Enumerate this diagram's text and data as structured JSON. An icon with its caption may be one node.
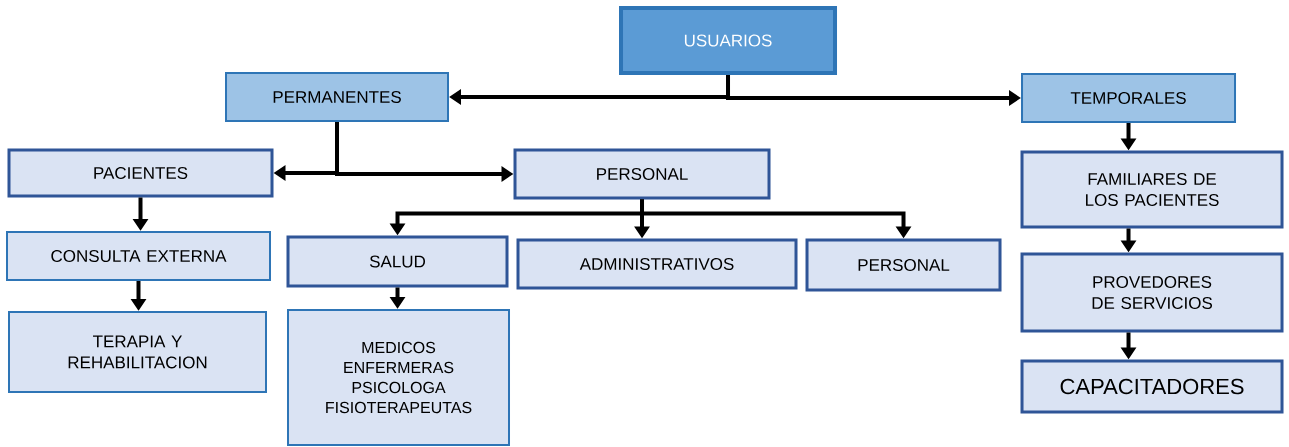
{
  "diagram": {
    "nodes": [
      {
        "text": [
          "USUARIOS"
        ]
      },
      {
        "text": [
          "PERMANENTES"
        ]
      },
      {
        "text": [
          "TEMPORALES"
        ]
      },
      {
        "text": [
          "PACIENTES"
        ]
      },
      {
        "text": [
          "PERSONAL"
        ]
      },
      {
        "text": [
          "CONSULTA EXTERNA"
        ]
      },
      {
        "text": [
          "SALUD"
        ]
      },
      {
        "text": [
          "ADMINISTRATIVOS"
        ]
      },
      {
        "text": [
          "PERSONAL"
        ]
      },
      {
        "text": [
          "TERAPIA Y REHABILITACION"
        ]
      },
      {
        "text": [
          "MEDICOS ENFERMERAS PSICOLOGA FISIOTERAPEUTAS"
        ]
      },
      {
        "text": [
          "FAMILIARES DE LOS PACIENTES"
        ]
      },
      {
        "text": [
          "PROVEDORES DE SERVICIOS"
        ]
      },
      {
        "text": [
          "CAPACITADORES"
        ]
      }
    ],
    "edges": [
      {
        "from": 0,
        "to": 1,
        "arrow": "to"
      },
      {
        "from": 0,
        "to": 2,
        "arrow": "to"
      },
      {
        "from": 1,
        "to": 3,
        "arrow": "to"
      },
      {
        "from": 1,
        "to": 4,
        "arrow": "to"
      },
      {
        "from": 4,
        "to": 6,
        "arrow": "to"
      },
      {
        "from": 4,
        "to": 7,
        "arrow": "to"
      },
      {
        "from": 4,
        "to": 8,
        "arrow": "to"
      },
      {
        "from": 3,
        "to": 5,
        "arrow": "to"
      },
      {
        "from": 5,
        "to": 9,
        "arrow": "to"
      },
      {
        "from": 6,
        "to": 10,
        "arrow": "to"
      },
      {
        "from": 2,
        "to": 11,
        "arrow": "to"
      },
      {
        "from": 11,
        "to": 12,
        "arrow": "to"
      },
      {
        "from": 12,
        "to": 13,
        "arrow": "to"
      }
    ]
  }
}
